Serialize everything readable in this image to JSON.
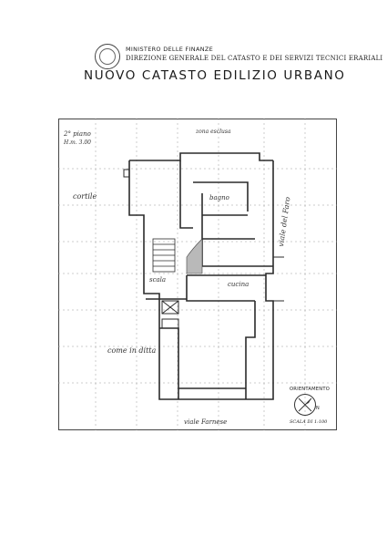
{
  "header": {
    "ministry": "MINISTERO DELLE FINANZE",
    "direction": "DIREZIONE GENERALE DEL CATASTO E DEI SERVIZI TECNICI ERARIALI",
    "register": "NUOVO CATASTO EDILIZIO URBANO",
    "seal_icon": "state-seal-icon"
  },
  "plan": {
    "floor": "2° piano",
    "height": "H.m. 3.00",
    "zone_note": "zona esclusa",
    "courtyard": "cortile",
    "stairs": "scala",
    "kitchen": "cucina",
    "room": "bagno",
    "same_as": "come in ditta",
    "street_side": "viale del Faro",
    "street_bottom": "viale Farnese"
  },
  "legend": {
    "orientation": "ORIENTAMENTO",
    "north_marker": "N",
    "scale": "SCALA DI 1:100",
    "compass_icon": "north-arrow-icon"
  },
  "colors": {
    "ink": "#2b2b2b",
    "grid": "#888888",
    "paper": "#ffffff"
  }
}
